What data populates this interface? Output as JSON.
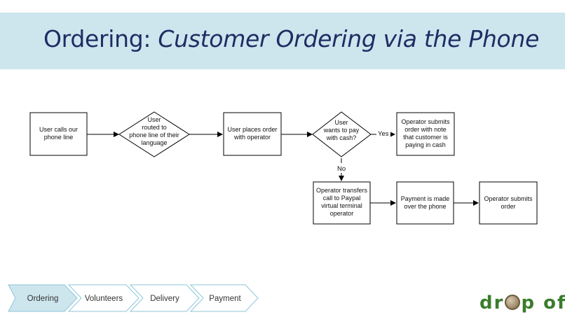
{
  "header": {
    "title_prefix": "Ordering: ",
    "title_italic": "Customer Ordering via the Phone"
  },
  "flow": {
    "nodes": {
      "user_calls": [
        "User calls our",
        "phone line"
      ],
      "routed": [
        "User",
        "routed to",
        "phone line of their",
        "language"
      ],
      "places_order": [
        "User places order",
        "with operator"
      ],
      "pay_cash": [
        "User",
        "wants to pay",
        "with cash?"
      ],
      "submit_note": [
        "Operator submits",
        "order with note",
        "that customer is",
        "paying in cash"
      ],
      "transfer": [
        "Operator transfers",
        "call to Paypal",
        "virtual terminal",
        "operator"
      ],
      "payment_made": [
        "Payment is made",
        "over the phone"
      ],
      "submit_order": [
        "Operator submits",
        "order"
      ]
    },
    "edge_labels": {
      "yes": "Yes",
      "no": "No"
    }
  },
  "steps": [
    {
      "label": "Ordering",
      "active": true
    },
    {
      "label": "Volunteers",
      "active": false
    },
    {
      "label": "Delivery",
      "active": false
    },
    {
      "label": "Payment",
      "active": false
    }
  ],
  "logo": {
    "text_before": "dr",
    "text_after": "p off"
  },
  "colors": {
    "header_bg": "#cde6ee",
    "title": "#1f2d63",
    "step_active_bg": "#cde6ee",
    "step_border": "#8cc6d8",
    "logo_green": "#3a7d2c"
  }
}
